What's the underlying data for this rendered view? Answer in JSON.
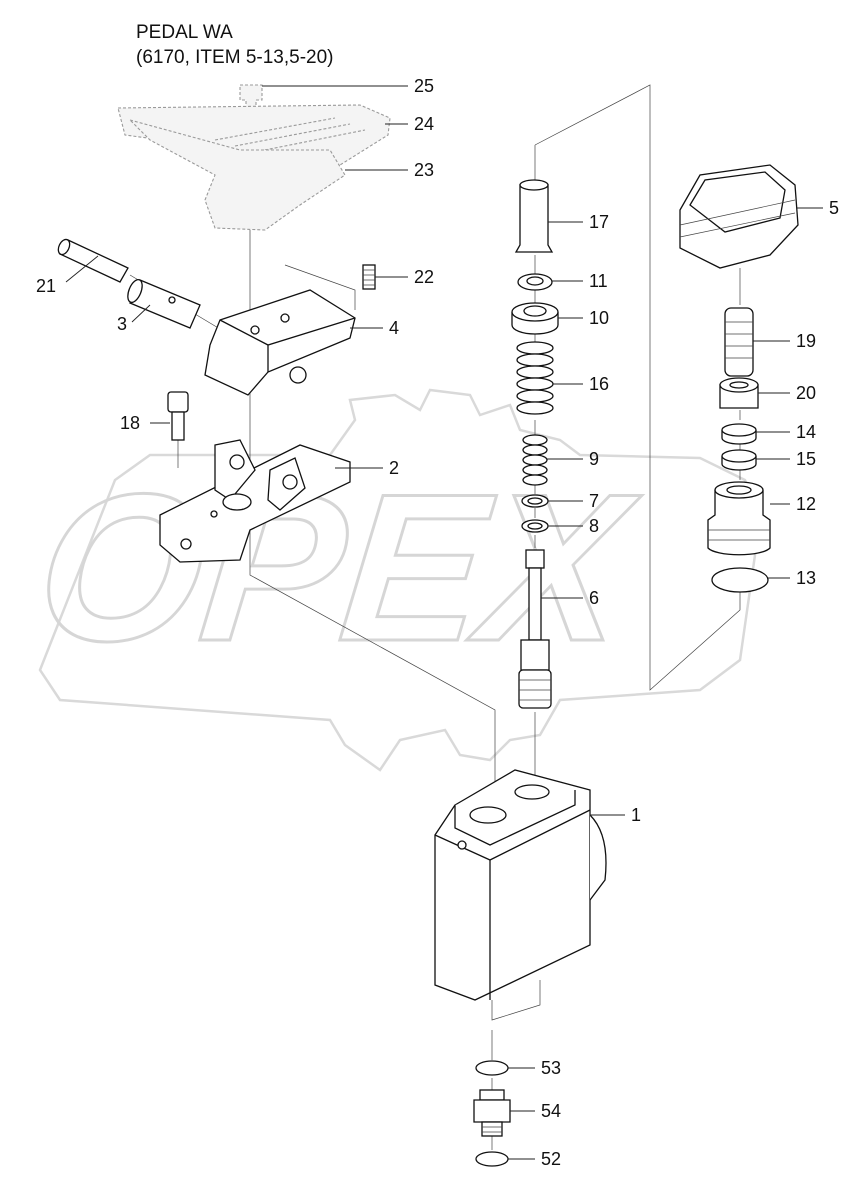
{
  "title": {
    "line1": "PEDAL WA",
    "line2": "(6170, ITEM 5-13,5-20)"
  },
  "watermark": {
    "text": "OPEX",
    "color": "#d6d6d6"
  },
  "callouts": [
    {
      "id": "25",
      "label": "25"
    },
    {
      "id": "24",
      "label": "24"
    },
    {
      "id": "23",
      "label": "23"
    },
    {
      "id": "22",
      "label": "22"
    },
    {
      "id": "21",
      "label": "21"
    },
    {
      "id": "3",
      "label": "3"
    },
    {
      "id": "4",
      "label": "4"
    },
    {
      "id": "18",
      "label": "18"
    },
    {
      "id": "2",
      "label": "2"
    },
    {
      "id": "17",
      "label": "17"
    },
    {
      "id": "11",
      "label": "11"
    },
    {
      "id": "10",
      "label": "10"
    },
    {
      "id": "16",
      "label": "16"
    },
    {
      "id": "9",
      "label": "9"
    },
    {
      "id": "7",
      "label": "7"
    },
    {
      "id": "8",
      "label": "8"
    },
    {
      "id": "6",
      "label": "6"
    },
    {
      "id": "5",
      "label": "5"
    },
    {
      "id": "19",
      "label": "19"
    },
    {
      "id": "20",
      "label": "20"
    },
    {
      "id": "14",
      "label": "14"
    },
    {
      "id": "15",
      "label": "15"
    },
    {
      "id": "12",
      "label": "12"
    },
    {
      "id": "13",
      "label": "13"
    },
    {
      "id": "1",
      "label": "1"
    },
    {
      "id": "53",
      "label": "53"
    },
    {
      "id": "54",
      "label": "54"
    },
    {
      "id": "52",
      "label": "52"
    }
  ]
}
